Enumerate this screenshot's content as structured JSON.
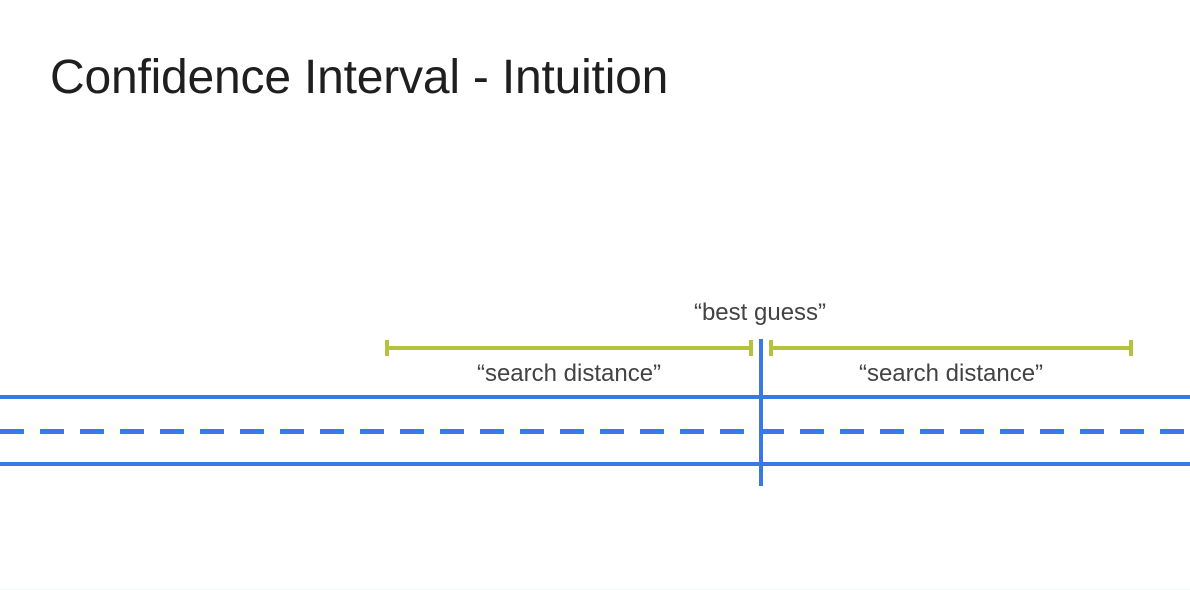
{
  "slide": {
    "title": "Confidence Interval - Intuition",
    "background_color": "#ffffff",
    "title_color": "#1f1f1f"
  },
  "diagram": {
    "type": "annotated-number-line",
    "labels": {
      "best_guess": "“best guess”",
      "search_distance_left": "“search distance”",
      "search_distance_right": "“search distance”"
    },
    "colors": {
      "interval_blue": "#3b78e7",
      "measure_olive": "#b5c33c",
      "label_gray": "#434343"
    },
    "elements": {
      "blue_line_top": "solid-horizontal-line",
      "blue_line_dashed": "dashed-horizontal-line",
      "blue_line_bottom": "solid-horizontal-line",
      "best_guess_marker": "vertical-line",
      "measure_bar_left": "capped-measure-bar",
      "measure_bar_right": "capped-measure-bar"
    }
  }
}
